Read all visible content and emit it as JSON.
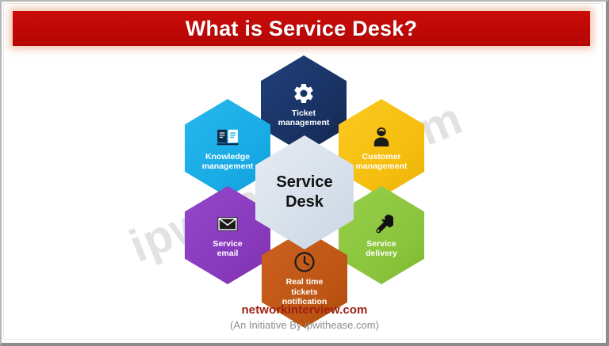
{
  "banner": {
    "title": "What is Service Desk?",
    "background_color": "#c10a08",
    "text_color": "#ffffff"
  },
  "watermark": {
    "text": "ipwithease.com"
  },
  "diagram": {
    "type": "hexagon-cluster",
    "center": {
      "label": "Service\nDesk",
      "color": "#dbe3ed",
      "text_color": "#111111"
    },
    "nodes": [
      {
        "id": "ticket-management",
        "label": "Ticket\nmanagement",
        "icon": "gear-icon",
        "color": "#1a3464",
        "position": "top"
      },
      {
        "id": "knowledge-management",
        "label": "Knowledge\nmanagement",
        "icon": "open-book-icon",
        "color": "#1baee8",
        "position": "upper-left"
      },
      {
        "id": "customer-management",
        "label": "Customer\nmanagement",
        "icon": "person-icon",
        "color": "#f6c013",
        "position": "upper-right"
      },
      {
        "id": "service-email",
        "label": "Service\nemail",
        "icon": "envelope-icon",
        "color": "#8b3dbf",
        "position": "lower-left"
      },
      {
        "id": "service-delivery",
        "label": "Service\ndelivery",
        "icon": "wrench-icon",
        "color": "#8cc63f",
        "position": "lower-right"
      },
      {
        "id": "real-time-tickets-notification",
        "label": "Real time\ntickets\nnotification",
        "icon": "clock-icon",
        "color": "#c05817",
        "position": "bottom"
      }
    ]
  },
  "footer": {
    "brand": "networkinterview.com",
    "brand_color": "#9c1f12",
    "subtitle": "(An Initiative By ipwithease.com)",
    "subtitle_color": "#8d8d8d"
  }
}
